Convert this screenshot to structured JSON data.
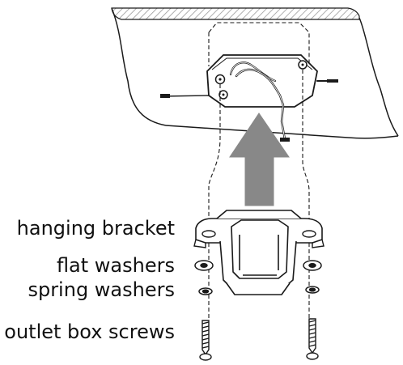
{
  "labels": {
    "hanging_bracket": "hanging bracket",
    "flat_washers": "flat washers",
    "spring_washers": "spring washers",
    "outlet_box_screws": "outlet box screws"
  },
  "colors": {
    "line": "#1a1a1a",
    "arrow": "#888888",
    "ceiling_hatch": "#9a9a9a",
    "background": "#ffffff"
  }
}
